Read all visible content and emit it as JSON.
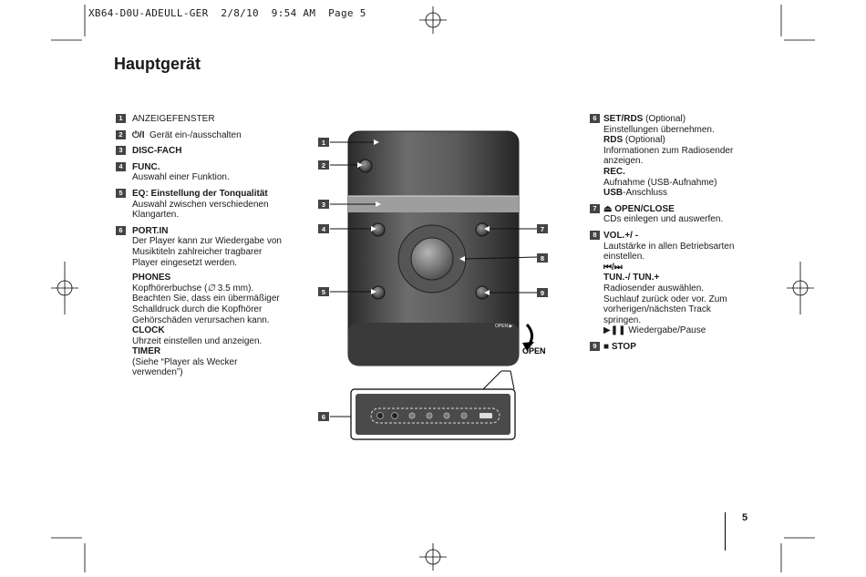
{
  "header": {
    "file": "XB64-D0U-ADEULL-GER",
    "date": "2/8/10",
    "time": "9:54 AM",
    "page_label": "Page 5"
  },
  "title": "Hauptgerät",
  "left_items": [
    {
      "num": "1",
      "title": "ANZEIGEFENSTER",
      "text": ""
    },
    {
      "num": "2",
      "title": "",
      "text": "Gerät ein-/ausschalten"
    },
    {
      "num": "3",
      "title": "DISC-FACH",
      "text": ""
    },
    {
      "num": "4",
      "title": "FUNC.",
      "text": "Auswahl einer Funktion."
    },
    {
      "num": "5",
      "title": "EQ: Einstellung der Tonqualität",
      "text": "Auswahl zwischen verschiedenen Klangarten."
    },
    {
      "num": "6",
      "title": "PORT.IN",
      "text": "Der Player kann zur Wiedergabe von Musiktiteln zahlreicher tragbarer Player eingesetzt werden."
    }
  ],
  "phones": {
    "title": "PHONES",
    "text_a": "Kopfhörerbuchse (",
    "text_b": " 3.5 mm). Beachten Sie, dass ein übermäßiger Schalldruck durch die Kopfhörer Gehörschäden verursachen kann."
  },
  "clock": {
    "title": "CLOCK",
    "text": "Uhrzeit einstellen und anzeigen."
  },
  "timer": {
    "title": "TIMER",
    "text": "(Siehe “Player als Wecker verwenden”)"
  },
  "right_items": {
    "i6": {
      "num": "6",
      "set_title": "SET/RDS",
      "set_opt": " (Optional)",
      "set_text": "Einstellungen übernehmen.",
      "rds_title": "RDS",
      "rds_opt": " (Optional)",
      "rds_text": "Informationen zum Radiosender anzeigen.",
      "rec_title": "REC.",
      "rec_text": "Aufnahme (USB-Aufnahme)",
      "usb_bold": "USB",
      "usb_text": "-Anschluss"
    },
    "i7": {
      "num": "7",
      "title": "OPEN/CLOSE",
      "text": "CDs einlegen und auswerfen."
    },
    "i8": {
      "num": "8",
      "title": "VOL.+/ -",
      "text": "Lautstärke in allen Betriebsarten einstellen.",
      "tun_title": "TUN.-/ TUN.+",
      "tun_text": "Radiosender auswählen. Suchlauf zurück oder vor. Zum vorherigen/nächsten Track springen.",
      "play_text": " Wiedergabe/Pause"
    },
    "i9": {
      "num": "9",
      "title": "STOP"
    }
  },
  "diagram": {
    "open_small": "OPEN ▶",
    "open_label": "OPEN",
    "callouts": [
      "1",
      "2",
      "3",
      "4",
      "5",
      "6",
      "7",
      "8",
      "9"
    ]
  },
  "page_number": "5"
}
